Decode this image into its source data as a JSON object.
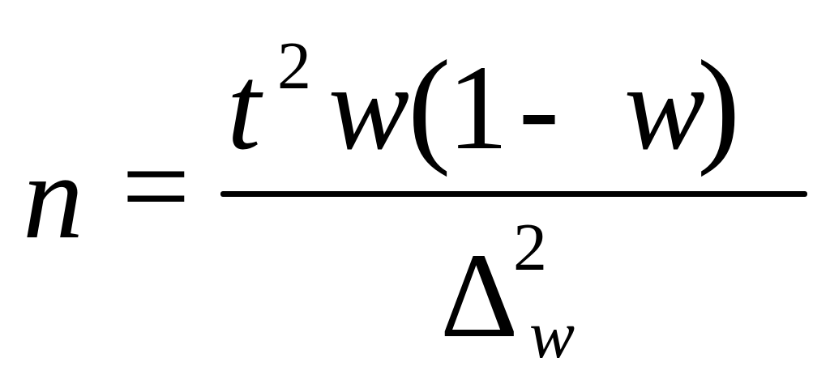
{
  "formula": {
    "lhs": {
      "variable": "n",
      "equals": "="
    },
    "numerator": {
      "t": "t",
      "t_exponent": "2",
      "w": "w",
      "open_paren": "(",
      "one": "1",
      "minus": "-",
      "w_inner": "w",
      "close_paren": ")"
    },
    "denominator": {
      "delta": "Δ",
      "exponent": "2",
      "subscript": "w"
    }
  }
}
